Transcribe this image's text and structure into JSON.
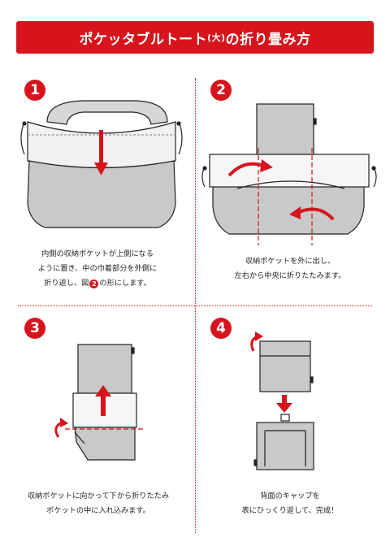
{
  "title": {
    "main": "ポケッタブルトート",
    "size": "(大)",
    "suffix": "の折り畳み方"
  },
  "steps": [
    {
      "number": "1",
      "lines": [
        "内側の収納ポケットが上側になる",
        "ように置き、中の巾着部分を外側に"
      ],
      "line3_pre": "折り返し、図",
      "line3_ref": "2",
      "line3_post": "の形にします。"
    },
    {
      "number": "2",
      "lines": [
        "収納ポケットを外に出し、",
        "左右から中央に折りたたみます。"
      ]
    },
    {
      "number": "3",
      "lines": [
        "収納ポケットに向かって下から折りたたみ",
        "ポケットの中に入れ込みます。"
      ]
    },
    {
      "number": "4",
      "lines": [
        "背面のキャップを",
        "表にひっくり返して、完成！"
      ]
    }
  ],
  "colors": {
    "accent": "#d7141c",
    "bag_fill": "#c9c9c9",
    "outline": "#222222"
  }
}
